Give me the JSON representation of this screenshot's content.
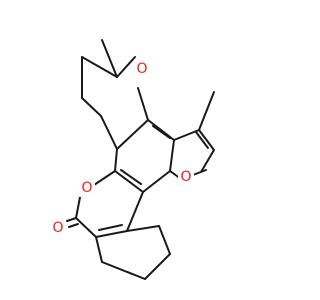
{
  "molecule": {
    "atoms": [
      {
        "id": "O_pyran",
        "element": "O"
      },
      {
        "id": "O_furan",
        "element": "O"
      },
      {
        "id": "O_lactone",
        "element": "O"
      },
      {
        "id": "O_carbonyl",
        "element": "O"
      }
    ]
  },
  "colors": {
    "bond": "#1a1a1a",
    "oxygen": "#e8231a",
    "background": "#ffffff"
  }
}
